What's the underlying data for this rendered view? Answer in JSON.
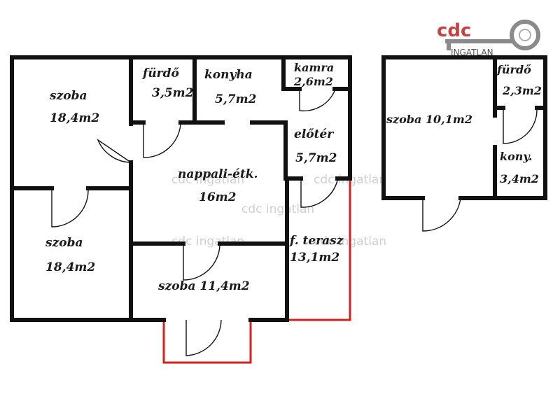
{
  "logo": {
    "brand": "cdc",
    "sub": "INGATLAN",
    "brand_color": "#c9403f",
    "key_color": "#8a8a8a",
    "icon": "key-icon"
  },
  "watermark": "cdc ingatlan",
  "colors": {
    "wall": "#111111",
    "terrace_outline": "#d32020",
    "watermark": "#d0d0d0"
  },
  "rooms": {
    "szoba_top": [
      "szoba",
      "18,4m2"
    ],
    "furdo_main": [
      "fürdő",
      "3,5m2"
    ],
    "konyha": [
      "konyha",
      "5,7m2"
    ],
    "kamra": [
      "kamra",
      "2,6m2"
    ],
    "eloter": [
      "előtér",
      "5,7m2"
    ],
    "nappali": [
      "nappali-étk.",
      "16m2"
    ],
    "szoba_bottom": [
      "szoba",
      "18,4m2"
    ],
    "terasz": [
      "f. terasz",
      "13,1m2"
    ],
    "szoba_small": "szoba 11,4m2",
    "annex_szoba": "szoba 10,1m2",
    "annex_furdo": [
      "fürdő",
      "2,3m2"
    ],
    "annex_kony": [
      "kony.",
      "3,4m2"
    ]
  }
}
